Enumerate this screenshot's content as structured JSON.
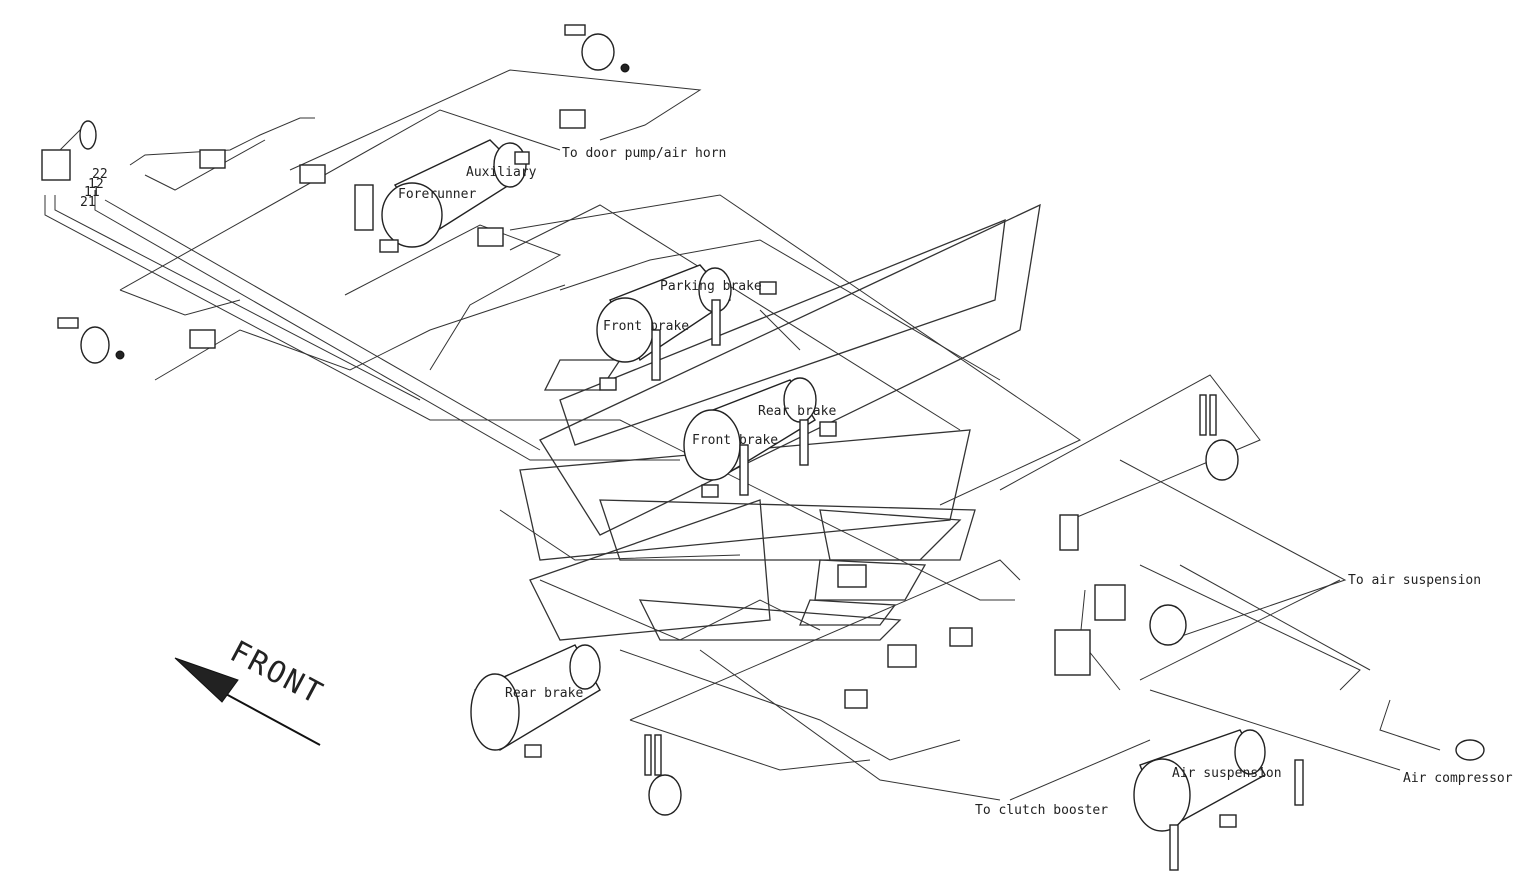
{
  "labels": {
    "door_pump": "To door pump/air horn",
    "to_air_suspension": "To air suspension",
    "air_compressor": "Air compressor",
    "to_clutch_booster": "To clutch booster",
    "front": "FRONT"
  },
  "tanks": {
    "forerunner": "Forerunner",
    "auxiliary": "Auxiliary",
    "parking_brake": "Parking brake",
    "front_brake_1": "Front brake",
    "rear_brake_upper": "Rear brake",
    "front_brake_2": "Front brake",
    "rear_brake_lower": "Rear brake",
    "air_suspension": "Air suspension"
  },
  "port_numbers": [
    "22",
    "12",
    "11",
    "21"
  ],
  "colors": {
    "line": "#333333",
    "background": "#ffffff"
  }
}
